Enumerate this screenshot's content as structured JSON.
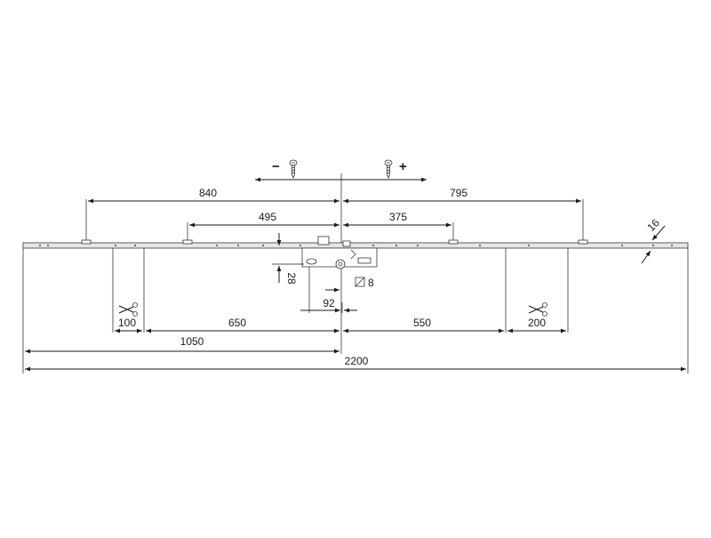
{
  "labels": {
    "screw_minus_sign": "−",
    "screw_plus_sign": "+",
    "dim_840": "840",
    "dim_795": "795",
    "dim_495": "495",
    "dim_375": "375",
    "dim_16": "16",
    "dim_28": "28",
    "dim_8": "8",
    "dim_92": "92",
    "dim_100": "100",
    "dim_650": "650",
    "dim_550": "550",
    "dim_200": "200",
    "dim_1050": "1050",
    "dim_2200": "2200"
  },
  "icons": {
    "screw_left": "screw-icon",
    "screw_right": "screw-icon",
    "scissors_left": "scissors-icon",
    "scissors_right": "scissors-icon",
    "square_spindle": "square-icon"
  },
  "colors": {
    "line": "#1a1a1a",
    "bar_fill": "#e6e6e6"
  }
}
